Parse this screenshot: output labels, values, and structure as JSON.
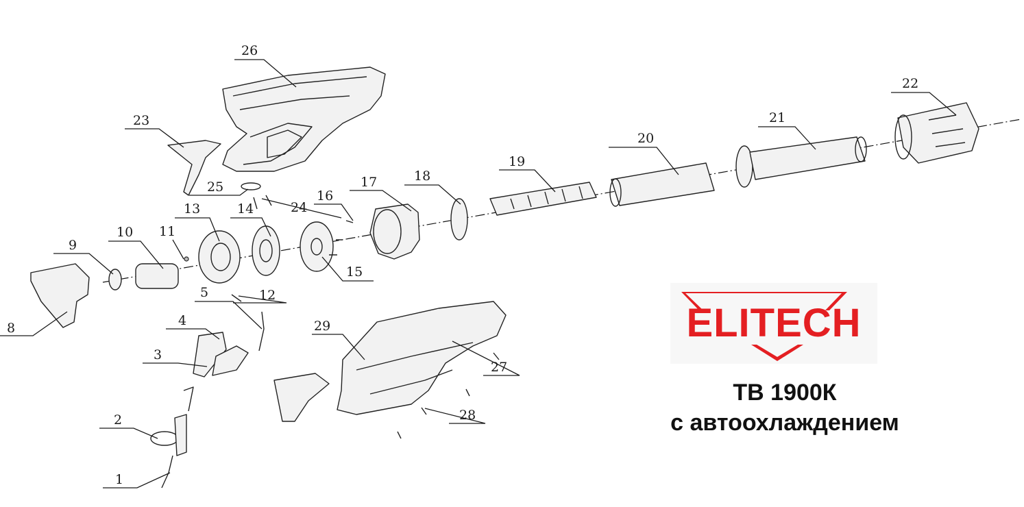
{
  "brand": {
    "name": "ELITECH",
    "color": "#e41f22"
  },
  "model": "ТВ 1900К",
  "subtitle": "с автоохлаждением",
  "parts": {
    "p1": "1",
    "p2": "2",
    "p3": "3",
    "p4": "4",
    "p5": "5",
    "p8": "8",
    "p9": "9",
    "p10": "10",
    "p11": "11",
    "p12": "12",
    "p13": "13",
    "p14": "14",
    "p15": "15",
    "p16": "16",
    "p17": "17",
    "p18": "18",
    "p19": "19",
    "p20": "20",
    "p21": "21",
    "p22": "22",
    "p23": "23",
    "p24": "24",
    "p25": "25",
    "p26": "26",
    "p27": "27",
    "p28": "28",
    "p29": "29"
  }
}
